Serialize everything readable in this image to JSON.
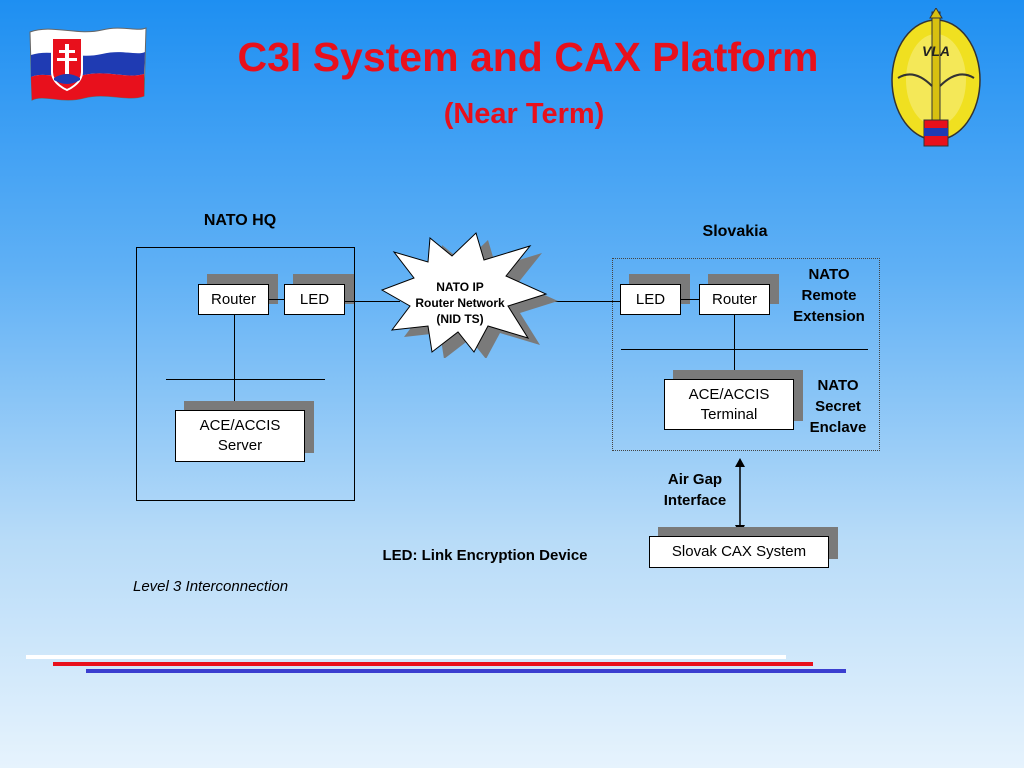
{
  "header": {
    "title": "C3I System and CAX Platform",
    "subtitle": "(Near Term)"
  },
  "nato_hq": {
    "label": "NATO HQ",
    "router": "Router",
    "led": "LED",
    "server_line1": "ACE/ACCIS",
    "server_line2": "Server"
  },
  "network": {
    "line1": "NATO IP",
    "line2": "Router Network",
    "line3": "(NID TS)"
  },
  "slovakia": {
    "label": "Slovakia",
    "led": "LED",
    "router": "Router",
    "remote_line1": "NATO",
    "remote_line2": "Remote",
    "remote_line3": "Extension",
    "terminal_line1": "ACE/ACCIS",
    "terminal_line2": "Terminal",
    "secret_line1": "NATO",
    "secret_line2": "Secret",
    "secret_line3": "Enclave",
    "airgap_line1": "Air Gap",
    "airgap_line2": "Interface",
    "cax": "Slovak CAX System"
  },
  "legend": {
    "led_definition": "LED: Link Encryption Device",
    "level_note": "Level 3 Interconnection"
  },
  "colors": {
    "title": "#e8101c",
    "stripe_white": "#ffffff",
    "stripe_red": "#e8101c",
    "stripe_blue": "#3b3fd0"
  },
  "icons": {
    "left_logo": "slovak-flag-icon",
    "right_logo": "academy-emblem-icon"
  }
}
